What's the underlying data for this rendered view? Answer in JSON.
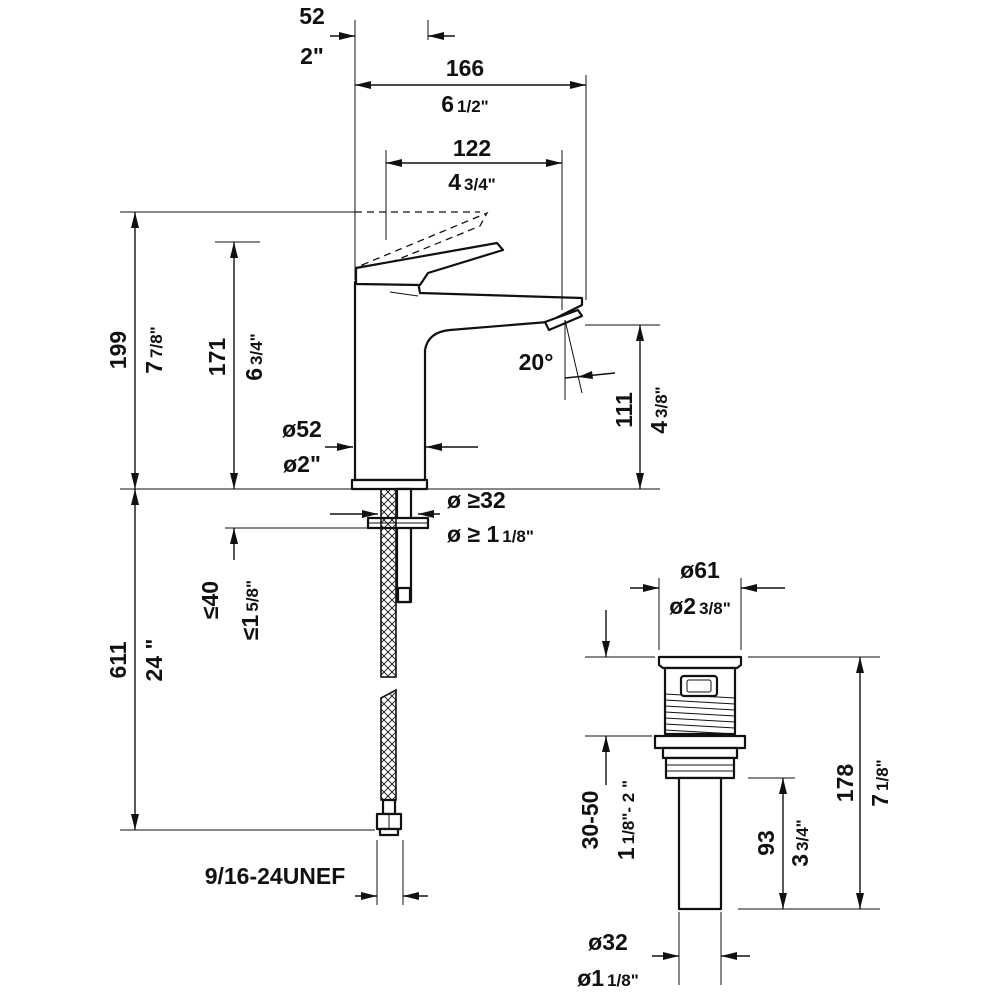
{
  "faucet": {
    "spout_base_offset_mm": "52",
    "spout_base_offset_in": "2\"",
    "total_projection_mm": "166",
    "total_projection_in_whole": "6",
    "total_projection_in_frac": "1/2\"",
    "spout_reach_mm": "122",
    "spout_reach_in_whole": "4",
    "spout_reach_in_frac": "3/4\"",
    "lever_height_mm": "199",
    "lever_height_in_whole": "7",
    "lever_height_in_frac": "7/8\"",
    "body_height_mm": "171",
    "body_height_in_whole": "6",
    "body_height_in_frac": "3/4\"",
    "spout_angle": "20°",
    "outlet_height_mm": "111",
    "outlet_height_in_whole": "4",
    "outlet_height_in_frac": "3/8\"",
    "base_diameter_mm": "ø52",
    "base_diameter_in": "ø2\"",
    "hole_diameter_mm": "ø ≥32",
    "hole_diameter_in_prefix": "ø ≥ 1",
    "hole_diameter_in_frac": "1/8\"",
    "deck_thickness_mm": "≤40",
    "deck_thickness_in_whole": "≤1",
    "deck_thickness_in_frac": "5/8\"",
    "hose_length_mm": "611",
    "hose_length_in": "24 \"",
    "connection_thread": "9/16-24UNEF"
  },
  "drain": {
    "flange_diameter_mm": "ø61",
    "flange_diameter_in_prefix": "ø2",
    "flange_diameter_in_frac": "3/8\"",
    "total_length_mm": "178",
    "total_length_in_whole": "7",
    "total_length_in_frac": "1/8\"",
    "clamp_range_mm": "30-50",
    "clamp_range_in_whole": "1",
    "clamp_range_in_frac": "1/8\"- 2 \"",
    "tailpiece_length_mm": "93",
    "tailpiece_length_in_whole": "3",
    "tailpiece_length_in_frac": "3/4\"",
    "tailpiece_diameter_mm": "ø32",
    "tailpiece_diameter_in_prefix": "ø1",
    "tailpiece_diameter_in_frac": "1/8\""
  }
}
